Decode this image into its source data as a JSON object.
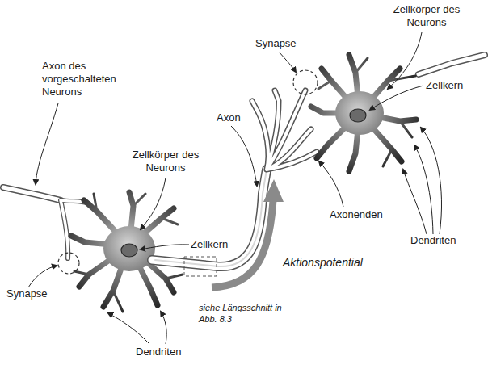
{
  "diagram": {
    "labels": [
      "Zellkörper des Neurons",
      "Synapse",
      "Zellkern",
      "Axon des vorgeschalteten Neurons",
      "Zellkörper des Neurons",
      "Axon",
      "Zellkern",
      "Aktionspotential",
      "Axonenden",
      "Dendriten",
      "Synapse",
      "siehe Längsschnitt in Abb. 8.3",
      "Dendriten"
    ]
  }
}
